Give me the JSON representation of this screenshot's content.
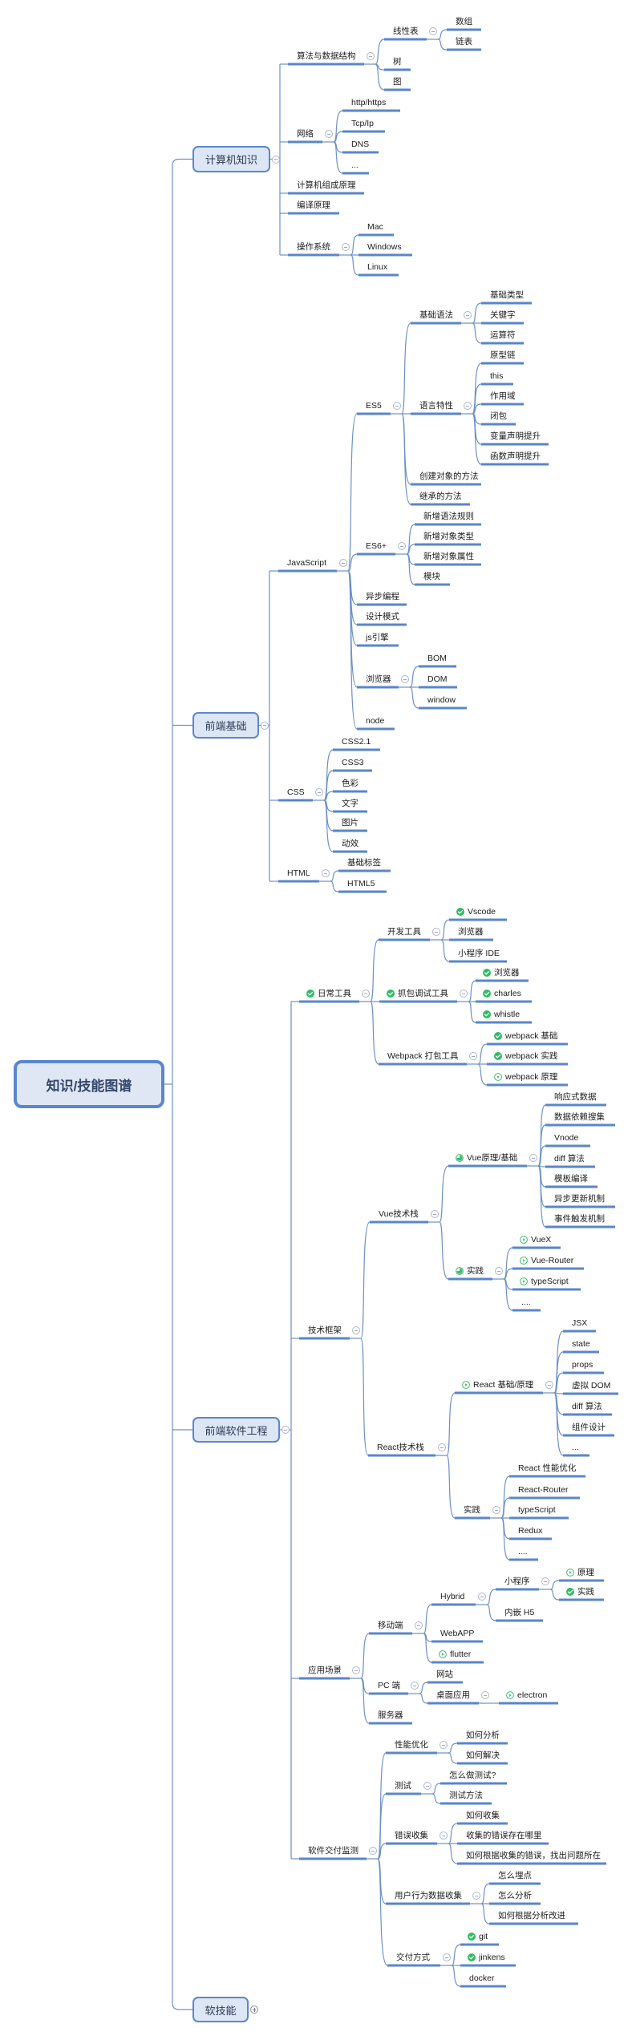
{
  "theme": {
    "branch_color": "#5a86c8",
    "connector_color": "#6d90c8",
    "topic_fill": "#dde6f4",
    "topic_border": "#5b87cd",
    "task_done_color": "#2dbe60",
    "task_start_color": "#3bbd6c"
  },
  "root": {
    "label": "知识/技能图谱",
    "children": [
      {
        "label": "计算机知识",
        "state": "expanded",
        "children": [
          {
            "label": "算法与数据结构",
            "state": "expanded",
            "children": [
              {
                "label": "线性表",
                "state": "expanded",
                "children": [
                  {
                    "label": "数组"
                  },
                  {
                    "label": "链表"
                  }
                ]
              },
              {
                "label": "树"
              },
              {
                "label": "图"
              }
            ]
          },
          {
            "label": "网络",
            "state": "expanded",
            "children": [
              {
                "label": "http/https"
              },
              {
                "label": "Tcp/Ip"
              },
              {
                "label": "DNS"
              },
              {
                "label": "..."
              }
            ]
          },
          {
            "label": "计算机组成原理"
          },
          {
            "label": "编译原理"
          },
          {
            "label": "操作系统",
            "state": "expanded",
            "children": [
              {
                "label": "Mac"
              },
              {
                "label": "Windows"
              },
              {
                "label": "Linux"
              }
            ]
          }
        ]
      },
      {
        "label": "前端基础",
        "state": "expanded",
        "children": [
          {
            "label": "JavaScript",
            "state": "expanded",
            "children": [
              {
                "label": "ES5",
                "state": "expanded",
                "children": [
                  {
                    "label": "基础语法",
                    "state": "expanded",
                    "children": [
                      {
                        "label": "基础类型"
                      },
                      {
                        "label": "关键字"
                      },
                      {
                        "label": "运算符"
                      }
                    ]
                  },
                  {
                    "label": "语言特性",
                    "state": "expanded",
                    "children": [
                      {
                        "label": "原型链"
                      },
                      {
                        "label": "this"
                      },
                      {
                        "label": "作用域"
                      },
                      {
                        "label": "闭包"
                      },
                      {
                        "label": "变量声明提升"
                      },
                      {
                        "label": "函数声明提升"
                      }
                    ]
                  },
                  {
                    "label": "创建对象的方法"
                  },
                  {
                    "label": "继承的方法"
                  }
                ]
              },
              {
                "label": "ES6+",
                "state": "expanded",
                "children": [
                  {
                    "label": "新增语法规则"
                  },
                  {
                    "label": "新增对象类型"
                  },
                  {
                    "label": "新增对象属性"
                  },
                  {
                    "label": "模块"
                  }
                ]
              },
              {
                "label": "异步编程"
              },
              {
                "label": "设计模式"
              },
              {
                "label": "js引擎"
              },
              {
                "label": "浏览器",
                "state": "expanded",
                "children": [
                  {
                    "label": "BOM"
                  },
                  {
                    "label": "DOM"
                  },
                  {
                    "label": "window"
                  }
                ]
              },
              {
                "label": "node"
              }
            ]
          },
          {
            "label": "CSS",
            "state": "expanded",
            "children": [
              {
                "label": "CSS2.1"
              },
              {
                "label": "CSS3"
              },
              {
                "label": "色彩"
              },
              {
                "label": "文字"
              },
              {
                "label": "图片"
              },
              {
                "label": "动效"
              }
            ]
          },
          {
            "label": "HTML",
            "state": "expanded",
            "children": [
              {
                "label": "基础标签"
              },
              {
                "label": "HTML5"
              }
            ]
          }
        ]
      },
      {
        "label": "前端软件工程",
        "state": "expanded",
        "children": [
          {
            "label": "日常工具",
            "icon": "task-done",
            "state": "expanded",
            "children": [
              {
                "label": "开发工具",
                "state": "expanded",
                "children": [
                  {
                    "label": "Vscode",
                    "icon": "task-done"
                  },
                  {
                    "label": "浏览器"
                  },
                  {
                    "label": "小程序 IDE"
                  }
                ]
              },
              {
                "label": "抓包调试工具",
                "icon": "task-done",
                "state": "expanded",
                "children": [
                  {
                    "label": "浏览器",
                    "icon": "task-done"
                  },
                  {
                    "label": "charles",
                    "icon": "task-done"
                  },
                  {
                    "label": "whistle",
                    "icon": "task-done"
                  }
                ]
              },
              {
                "label": "Webpack 打包工具",
                "state": "expanded",
                "children": [
                  {
                    "label": "webpack 基础",
                    "icon": "task-done"
                  },
                  {
                    "label": "webpack 实践",
                    "icon": "task-done"
                  },
                  {
                    "label": "webpack 原理",
                    "icon": "task-start"
                  }
                ]
              }
            ]
          },
          {
            "label": "技术框架",
            "state": "expanded",
            "children": [
              {
                "label": "Vue技术栈",
                "state": "expanded",
                "children": [
                  {
                    "label": "Vue原理/基础",
                    "icon": "task-progress",
                    "progress": 0.75,
                    "state": "expanded",
                    "children": [
                      {
                        "label": "响应式数据"
                      },
                      {
                        "label": "数据依赖搜集"
                      },
                      {
                        "label": "Vnode"
                      },
                      {
                        "label": "diff 算法"
                      },
                      {
                        "label": "模板编译"
                      },
                      {
                        "label": "异步更新机制"
                      },
                      {
                        "label": "事件触发机制"
                      }
                    ]
                  },
                  {
                    "label": "实践",
                    "icon": "task-progress",
                    "progress": 0.75,
                    "state": "expanded",
                    "children": [
                      {
                        "label": "VueX",
                        "icon": "task-start"
                      },
                      {
                        "label": "Vue-Router",
                        "icon": "task-start"
                      },
                      {
                        "label": "typeScript",
                        "icon": "task-start"
                      },
                      {
                        "label": "...."
                      }
                    ]
                  }
                ]
              },
              {
                "label": "React技术栈",
                "state": "expanded",
                "children": [
                  {
                    "label": "React 基础/原理",
                    "icon": "task-start",
                    "state": "expanded",
                    "children": [
                      {
                        "label": "JSX"
                      },
                      {
                        "label": "state"
                      },
                      {
                        "label": "props"
                      },
                      {
                        "label": "虚拟 DOM"
                      },
                      {
                        "label": "diff 算法"
                      },
                      {
                        "label": "组件设计"
                      },
                      {
                        "label": "..."
                      }
                    ]
                  },
                  {
                    "label": "实践",
                    "state": "expanded",
                    "children": [
                      {
                        "label": "React 性能优化"
                      },
                      {
                        "label": "React-Router"
                      },
                      {
                        "label": "typeScript"
                      },
                      {
                        "label": "Redux"
                      },
                      {
                        "label": "...."
                      }
                    ]
                  }
                ]
              }
            ]
          },
          {
            "label": "应用场景",
            "state": "expanded",
            "children": [
              {
                "label": "移动端",
                "state": "expanded",
                "children": [
                  {
                    "label": "Hybrid",
                    "state": "expanded",
                    "children": [
                      {
                        "label": "小程序",
                        "state": "expanded",
                        "children": [
                          {
                            "label": "原理",
                            "icon": "task-start"
                          },
                          {
                            "label": "实践",
                            "icon": "task-done"
                          }
                        ]
                      },
                      {
                        "label": "内嵌 H5"
                      }
                    ]
                  },
                  {
                    "label": "WebAPP"
                  },
                  {
                    "label": "flutter",
                    "icon": "task-start"
                  }
                ]
              },
              {
                "label": "PC 端",
                "state": "expanded",
                "children": [
                  {
                    "label": "网站"
                  },
                  {
                    "label": "桌面应用",
                    "state": "expanded",
                    "children": [
                      {
                        "label": "electron",
                        "icon": "task-start"
                      }
                    ]
                  }
                ]
              },
              {
                "label": "服务器"
              }
            ]
          },
          {
            "label": "软件交付监测",
            "state": "expanded",
            "children": [
              {
                "label": "性能优化",
                "state": "expanded",
                "children": [
                  {
                    "label": "如何分析"
                  },
                  {
                    "label": "如何解决"
                  }
                ]
              },
              {
                "label": "测试",
                "state": "expanded",
                "children": [
                  {
                    "label": "怎么做测试?"
                  },
                  {
                    "label": "测试方法"
                  }
                ]
              },
              {
                "label": "错误收集",
                "state": "expanded",
                "children": [
                  {
                    "label": "如何收集"
                  },
                  {
                    "label": "收集的错误存在哪里"
                  },
                  {
                    "label": "如何根据收集的错误，找出问题所在"
                  }
                ]
              },
              {
                "label": "用户行为数据收集",
                "state": "expanded",
                "children": [
                  {
                    "label": "怎么埋点"
                  },
                  {
                    "label": "怎么分析"
                  },
                  {
                    "label": "如何根据分析改进"
                  }
                ]
              },
              {
                "label": "交付方式",
                "state": "expanded",
                "children": [
                  {
                    "label": "git",
                    "icon": "task-done"
                  },
                  {
                    "label": "jinkens",
                    "icon": "task-done"
                  },
                  {
                    "label": "docker"
                  }
                ]
              }
            ]
          }
        ]
      },
      {
        "label": "软技能",
        "state": "collapsed",
        "children": []
      }
    ]
  }
}
